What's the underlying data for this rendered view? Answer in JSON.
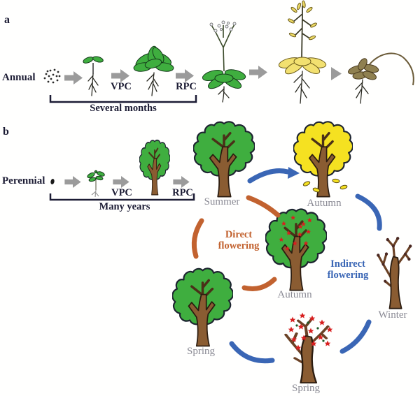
{
  "panel_a": {
    "index_label": "a",
    "row_label": "Annual",
    "vpc": "VPC",
    "rpc": "RPC",
    "duration": "Several months"
  },
  "panel_b": {
    "index_label": "b",
    "row_label": "Perennial",
    "vpc": "VPC",
    "rpc": "RPC",
    "duration": "Many years"
  },
  "cycle": {
    "direct": "Direct flowering",
    "indirect": "Indirect flowering",
    "summer": "Summer",
    "autumn_outer": "Autumn",
    "autumn_inner": "Autumn",
    "winter": "Winter",
    "spring_outer": "Spring",
    "spring_inner": "Spring"
  },
  "colors": {
    "text_dark": "#1c1c34",
    "text_gray": "#8a8a94",
    "arc_blue": "#3a66b5",
    "arc_orange": "#c2622f",
    "arrow_gray": "#9b9b9b",
    "foliage_green": "#3fae3f",
    "foliage_yellow": "#f5e121",
    "flower_red": "#d81f1f",
    "trunk_brown": "#8a5c32",
    "bud_maroon": "#4a2822",
    "silique_yellow": "#ecd964",
    "dead_olive": "#8f8050"
  }
}
